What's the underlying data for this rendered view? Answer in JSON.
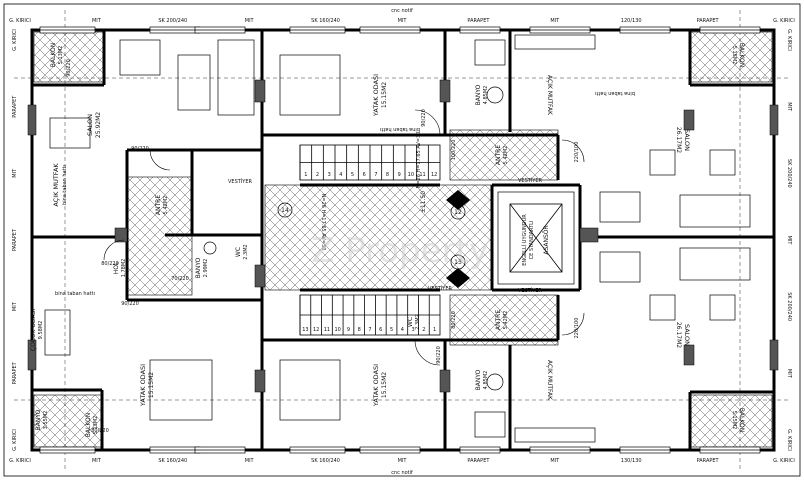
{
  "north_top": {
    "centre_label": "cnc notif",
    "window_labels": [
      "G. KIRICI",
      "MIT",
      "SK 200/240",
      "MIT",
      "SK 160/240",
      "MIT",
      "PARAPET",
      "MIT",
      "120/130",
      "PARAPET",
      "G. KIRICI"
    ]
  },
  "south_bottom": {
    "centre_label": "cnc notif",
    "window_labels": [
      "G. KIRICI",
      "MIT",
      "SK 160/240",
      "MIT",
      "SK 160/240",
      "MIT",
      "PARAPET",
      "MIT",
      "130/130",
      "PARAPET",
      "G. KIRICI"
    ]
  },
  "side_labels": {
    "left": [
      "G. KIRICI",
      "PARAPET",
      "MIT",
      "PARAPET",
      "MIT",
      "PARAPET",
      "G. KIRICI"
    ],
    "right": [
      "G. KIRICI",
      "MIT",
      "SK 200/240",
      "MIT",
      "SK 200/240",
      "MIT",
      "G. KIRICI"
    ]
  },
  "rooms": {
    "salon_nw": {
      "name": "SALON",
      "area": "25.92M2"
    },
    "acik_mutfak_w": {
      "name": "AÇIK MUTFAK",
      "note": "bina taban hattı"
    },
    "balkon_nw": {
      "name": "BALKON",
      "area": "5.13M2"
    },
    "yatak_n1": {
      "name": "YATAK ODASI",
      "area": "15.15M2",
      "note": "bina taban hattı"
    },
    "banyo_n": {
      "name": "BANYO",
      "area": "4.85M2"
    },
    "acik_mutfak_ne": {
      "name": "AÇIK MUTFAK"
    },
    "balkon_ne": {
      "name": "BALKON",
      "area": "5.15M2"
    },
    "salon_ne": {
      "name": "SALON",
      "area": "26.17M2",
      "note": "bina taban hattı"
    },
    "antre_w": {
      "name": "ANTRE",
      "area": "5.42M2"
    },
    "antre_n": {
      "name": "ANTRE",
      "area": "5.42M2"
    },
    "wc_n": {
      "name": "WC",
      "area": "2.3M2"
    },
    "banyo_w": {
      "name": "BANYO",
      "area": "2.99M2"
    },
    "hol_w": {
      "name": "HOL",
      "area": "1.78M2"
    },
    "cocuk_odasi": {
      "name": "ÇOCUK ODASI",
      "area": "9.58M2",
      "note": "bina taban hattı"
    },
    "yatak_s1": {
      "name": "YATAK ODASI",
      "area": "15.15M2"
    },
    "yatak_s2": {
      "name": "YATAK ODASI",
      "area": "15.15M2"
    },
    "banyo_sw": {
      "name": "BANYO",
      "area": "3.55M2"
    },
    "balkon_sw": {
      "name": "BALKON",
      "area": "5.13M2"
    },
    "antre_s": {
      "name": "ANTRE",
      "area": "5.42M2"
    },
    "wc_s": {
      "name": "WC",
      "area": "2.3M2"
    },
    "banyo_s": {
      "name": "BANYO",
      "area": "4.85M2"
    },
    "acik_mutfak_se": {
      "name": "AÇIK MUTFAK"
    },
    "salon_se": {
      "name": "SALON",
      "area": "26.17M2"
    },
    "balkon_se": {
      "name": "BALKON",
      "area": "5.15M2"
    },
    "elevator": {
      "name": "ASANSÖR",
      "note": "ENGELLİ UYGUNDUR",
      "note2": "CE STANDARTLI"
    }
  },
  "stairs": {
    "level_mark": "±11.50",
    "upper_steps": [
      "1",
      "2",
      "3",
      "4",
      "5",
      "6",
      "7",
      "8",
      "9",
      "10",
      "11",
      "12"
    ],
    "lower_steps": [
      "13",
      "12",
      "11",
      "10",
      "9",
      "8",
      "7",
      "6",
      "5",
      "4",
      "3",
      "2",
      "1"
    ],
    "stair_spec": "N=26 H=17.65 AV=30"
  },
  "markers": {
    "upper": "12",
    "lower": "13",
    "left": "14"
  },
  "door_labels": {
    "d1": "90/220",
    "d2": "90/220",
    "d3": "90/220",
    "d4": "100/220",
    "d5": "80/220",
    "d6": "90/220",
    "d7": "70/220",
    "d8": "80/220",
    "d9": "80/220",
    "d10": "90/220",
    "d11": "220/100",
    "d12": "220/100"
  },
  "vestiyer": [
    "VESTİYER",
    "VESTİYER",
    "VESTİYER",
    "VESTİYER"
  ],
  "watermark": "Z  Property"
}
